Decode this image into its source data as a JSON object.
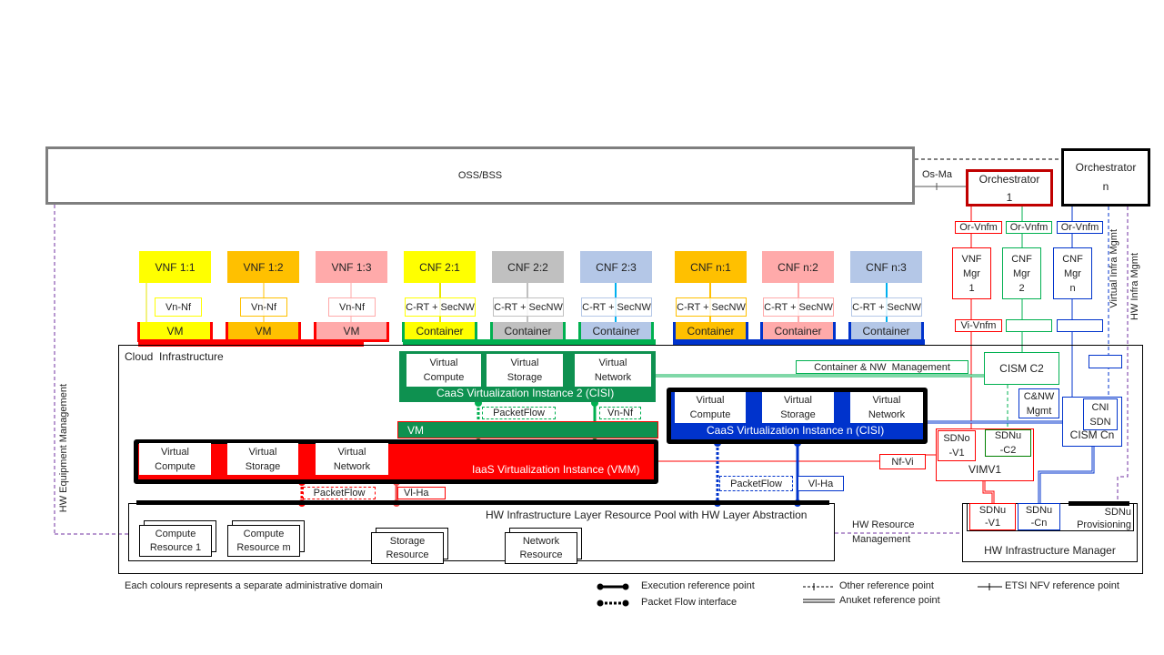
{
  "oss_bss": "OSS/BSS",
  "os_ma": "Os-Ma",
  "orchestrator1": {
    "line1": "Orchestrator",
    "line2": "1"
  },
  "orchestratorn": {
    "line1": "Orchestrator",
    "line2": "n"
  },
  "or_vnfm": "Or-Vnfm",
  "vnf_mgr1": [
    "VNF",
    "Mgr",
    "1"
  ],
  "cnf_mgr2": [
    "CNF",
    "Mgr",
    "2"
  ],
  "cnf_mgrn": [
    "CNF",
    "Mgr",
    "n"
  ],
  "vi_vnfm": "Vi-Vnfm",
  "virtual_infra_mgmt": "Virtual Infra Mgmt",
  "hw_infra_mgmt": "HW Infra Mgmt",
  "hw_equipment_mgmt": "HW Equipment Management",
  "functions": [
    {
      "name": "VNF 1:1",
      "iface": "Vn-Nf",
      "host": "VM",
      "color": "#ffff00"
    },
    {
      "name": "VNF 1:2",
      "iface": "Vn-Nf",
      "host": "VM",
      "color": "#ffc000"
    },
    {
      "name": "VNF 1:3",
      "iface": "Vn-Nf",
      "host": "VM",
      "color": "#ffaaaa"
    },
    {
      "name": "CNF 2:1",
      "iface": "C-RT + SecNW",
      "host": "Container",
      "color": "#ffff00"
    },
    {
      "name": "CNF 2:2",
      "iface": "C-RT + SecNW",
      "host": "Container",
      "color": "#c0c0c0"
    },
    {
      "name": "CNF 2:3",
      "iface": "C-RT + SecNW",
      "host": "Container",
      "color": "#b4c7e7"
    },
    {
      "name": "CNF n:1",
      "iface": "C-RT + SecNW",
      "host": "Container",
      "color": "#ffc000"
    },
    {
      "name": "CNF n:2",
      "iface": "C-RT + SecNW",
      "host": "Container",
      "color": "#ffaaaa"
    },
    {
      "name": "CNF n:3",
      "iface": "C-RT + SecNW",
      "host": "Container",
      "color": "#b4c7e7"
    }
  ],
  "cloud_infra": "Cloud  Infrastructure",
  "virtual": {
    "compute": [
      "Virtual",
      "Compute"
    ],
    "storage": [
      "Virtual",
      "Storage"
    ],
    "network": [
      "Virtual",
      "Network"
    ]
  },
  "caas2": "CaaS Virtualization Instance 2 (CISI)",
  "caasn": "CaaS Virtualization Instance n (CISI)",
  "iaas": "IaaS Virtualization Instance (VMM)",
  "vm": "VM",
  "packetflow": "PacketFlow",
  "vn_nf": "Vn-Nf",
  "vl_ha": "Vl-Ha",
  "nf_vi": "Nf-Vi",
  "container_nw_mgmt": "Container & NW  Management",
  "cism_c2": "CISM C2",
  "cnw_mgmt": [
    "C&NW",
    "Mgmt"
  ],
  "cni_sdn": [
    "CNI",
    "SDN"
  ],
  "cism_cn": "CISM Cn",
  "sdno_v1": [
    "SDNo",
    "-V1"
  ],
  "sdnu_c2": [
    "SDNu",
    "-C2"
  ],
  "vimv1": "VIMV1",
  "hw_layer": "HW Infrastructure Layer Resource Pool with HW Layer Abstraction",
  "resources": [
    [
      "Compute",
      "Resource 1"
    ],
    [
      "Compute",
      "Resource m"
    ],
    [
      "Storage",
      "Resource"
    ],
    [
      "Network",
      "Resource"
    ]
  ],
  "hw_resource_mgmt": [
    "HW Resource",
    "Management"
  ],
  "hwim": {
    "title": "HW Infrastructure Manager",
    "sdnu_v1": [
      "SDNu",
      "-V1"
    ],
    "sdnu_cn": [
      "SDNu",
      "-Cn"
    ],
    "sdnu_prov": [
      "SDNu",
      "Provisioning"
    ]
  },
  "footer": "Each colours represents a separate administrative domain",
  "legend": {
    "exec": "Execution reference point",
    "packet": "Packet Flow interface",
    "other": "Other reference point",
    "anuket": "Anuket reference point",
    "etsi": "ETSI NFV reference point"
  },
  "colors": {
    "red": "#ff0000",
    "green": "#0e9150",
    "blue": "#0033cc"
  }
}
